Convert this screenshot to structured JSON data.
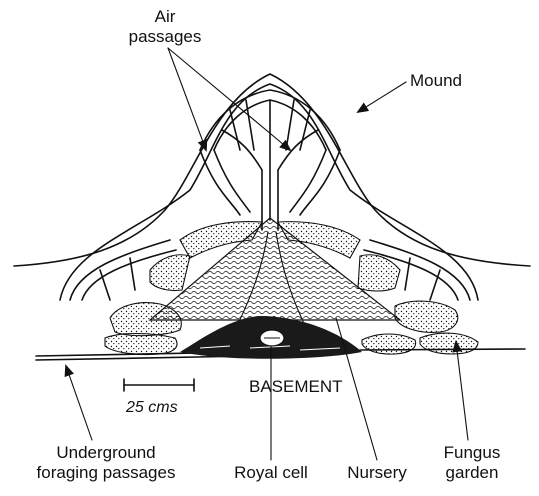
{
  "diagram": {
    "labels": {
      "air_passages": [
        "Air",
        "passages"
      ],
      "mound": "Mound",
      "basement": "BASEMENT",
      "scale": "25 cms",
      "underground": [
        "Underground",
        "foraging passages"
      ],
      "royal_cell": "Royal cell",
      "nursery": "Nursery",
      "fungus_garden": [
        "Fungus",
        "garden"
      ]
    },
    "colors": {
      "ink": "#111111",
      "background": "#ffffff"
    }
  }
}
